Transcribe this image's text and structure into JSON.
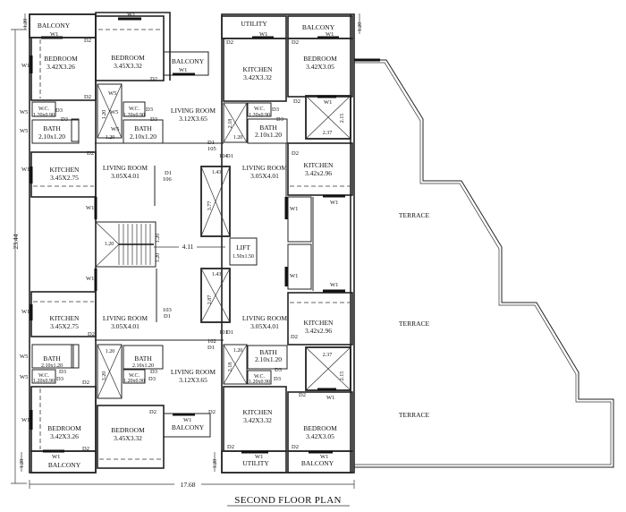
{
  "plan": {
    "title": "SECOND FLOOR PLAN",
    "dimensions": {
      "overall_width": "17.68",
      "overall_height": "23.44",
      "corridor": "4.11",
      "stair_width": "1.20",
      "balcony_depth": "1.20"
    },
    "units": {
      "top_left": {
        "balcony": "BALCONY",
        "bedroom1": {
          "name": "BEDROOM",
          "size": "3.42X3.26"
        },
        "bedroom2": {
          "name": "BEDROOM",
          "size": "3.45X3.32"
        },
        "balcony2": "BALCONY",
        "wc1": {
          "name": "W.C.",
          "size": "1.20x0.90"
        },
        "bath1": {
          "name": "BATH",
          "size": "2.10x1.20"
        },
        "wc2": {
          "name": "W.C.",
          "size": "1.20x0.90"
        },
        "bath2": {
          "name": "BATH",
          "size": "2.10x1.20"
        },
        "kitchen": {
          "name": "KITCHEN",
          "size": "3.45X2.75"
        },
        "living1": {
          "name": "LIVING ROOM",
          "size": "3.05X4.01"
        },
        "living2": {
          "name": "LIVING ROOM",
          "size": "3.12X3.65"
        },
        "duct_dims": [
          "1.20",
          "1.20"
        ]
      },
      "top_right": {
        "utility": "UTILITY",
        "balcony": "BALCONY",
        "kitchen1": {
          "name": "KITCHEN",
          "size": "3.42X3.32"
        },
        "bedroom": {
          "name": "BEDROOM",
          "size": "3.42X3.05"
        },
        "wc": {
          "name": "W.C.",
          "size": "1.20x0.90"
        },
        "bath": {
          "name": "BATH",
          "size": "2.10x1.20"
        },
        "living": {
          "name": "LIVING ROOM",
          "size": "3.05X4.01"
        },
        "kitchen2": {
          "name": "KITCHEN",
          "size": "3.42x2.96"
        },
        "duct_dims": [
          "2.18",
          "1.20"
        ],
        "shaft_dims": [
          "2.37",
          "2.15"
        ]
      },
      "bottom_left": {
        "kitchen": {
          "name": "KITCHEN",
          "size": "3.45X2.75"
        },
        "living1": {
          "name": "LIVING ROOM",
          "size": "3.05X4.01"
        },
        "bath1": {
          "name": "BATH",
          "size": "2.10x1.20"
        },
        "wc1": {
          "name": "W.C.",
          "size": "1.20x0.90"
        },
        "bath2": {
          "name": "BATH",
          "size": "2.10x1.20"
        },
        "wc2": {
          "name": "W.C.",
          "size": "1.20x0.90"
        },
        "living2": {
          "name": "LIVING ROOM",
          "size": "3.12X3.65"
        },
        "bedroom1": {
          "name": "BEDROOM",
          "size": "3.42X3.26"
        },
        "bedroom2": {
          "name": "BEDROOM",
          "size": "3.45X3.32"
        },
        "balcony": "BALCONY",
        "balcony2": "BALCONY",
        "duct_dims": [
          "1.20",
          "3.20"
        ]
      },
      "bottom_right": {
        "living": {
          "name": "LIVING ROOM",
          "size": "3.05X4.01"
        },
        "kitchen1": {
          "name": "KITCHEN",
          "size": "3.42x2.96"
        },
        "bath": {
          "name": "BATH",
          "size": "2.10x1.20"
        },
        "wc": {
          "name": "W.C.",
          "size": "1.20x0.90"
        },
        "kitchen2": {
          "name": "KITCHEN",
          "size": "3.42X3.32"
        },
        "bedroom": {
          "name": "BEDROOM",
          "size": "3.42X3.05"
        },
        "utility": "UTILITY",
        "balcony": "BALCONY",
        "duct_dims": [
          "2.18",
          "1.20"
        ],
        "shaft_dims": [
          "2.37",
          "2.15"
        ]
      }
    },
    "core": {
      "lift": {
        "name": "LIFT",
        "size": "1.50x1.50"
      },
      "shaft_top_dims": [
        "1.43",
        "3.77"
      ],
      "shaft_bottom_dims": [
        "1.43",
        "2.87"
      ],
      "doors": [
        "105",
        "106",
        "104",
        "103",
        "102",
        "101"
      ]
    },
    "terrace": [
      "TERRACE",
      "TERRACE",
      "TERRACE"
    ],
    "tags": {
      "window1": "W1",
      "window5": "W5",
      "door1": "D1",
      "door2": "D2",
      "door3": "D3"
    }
  }
}
